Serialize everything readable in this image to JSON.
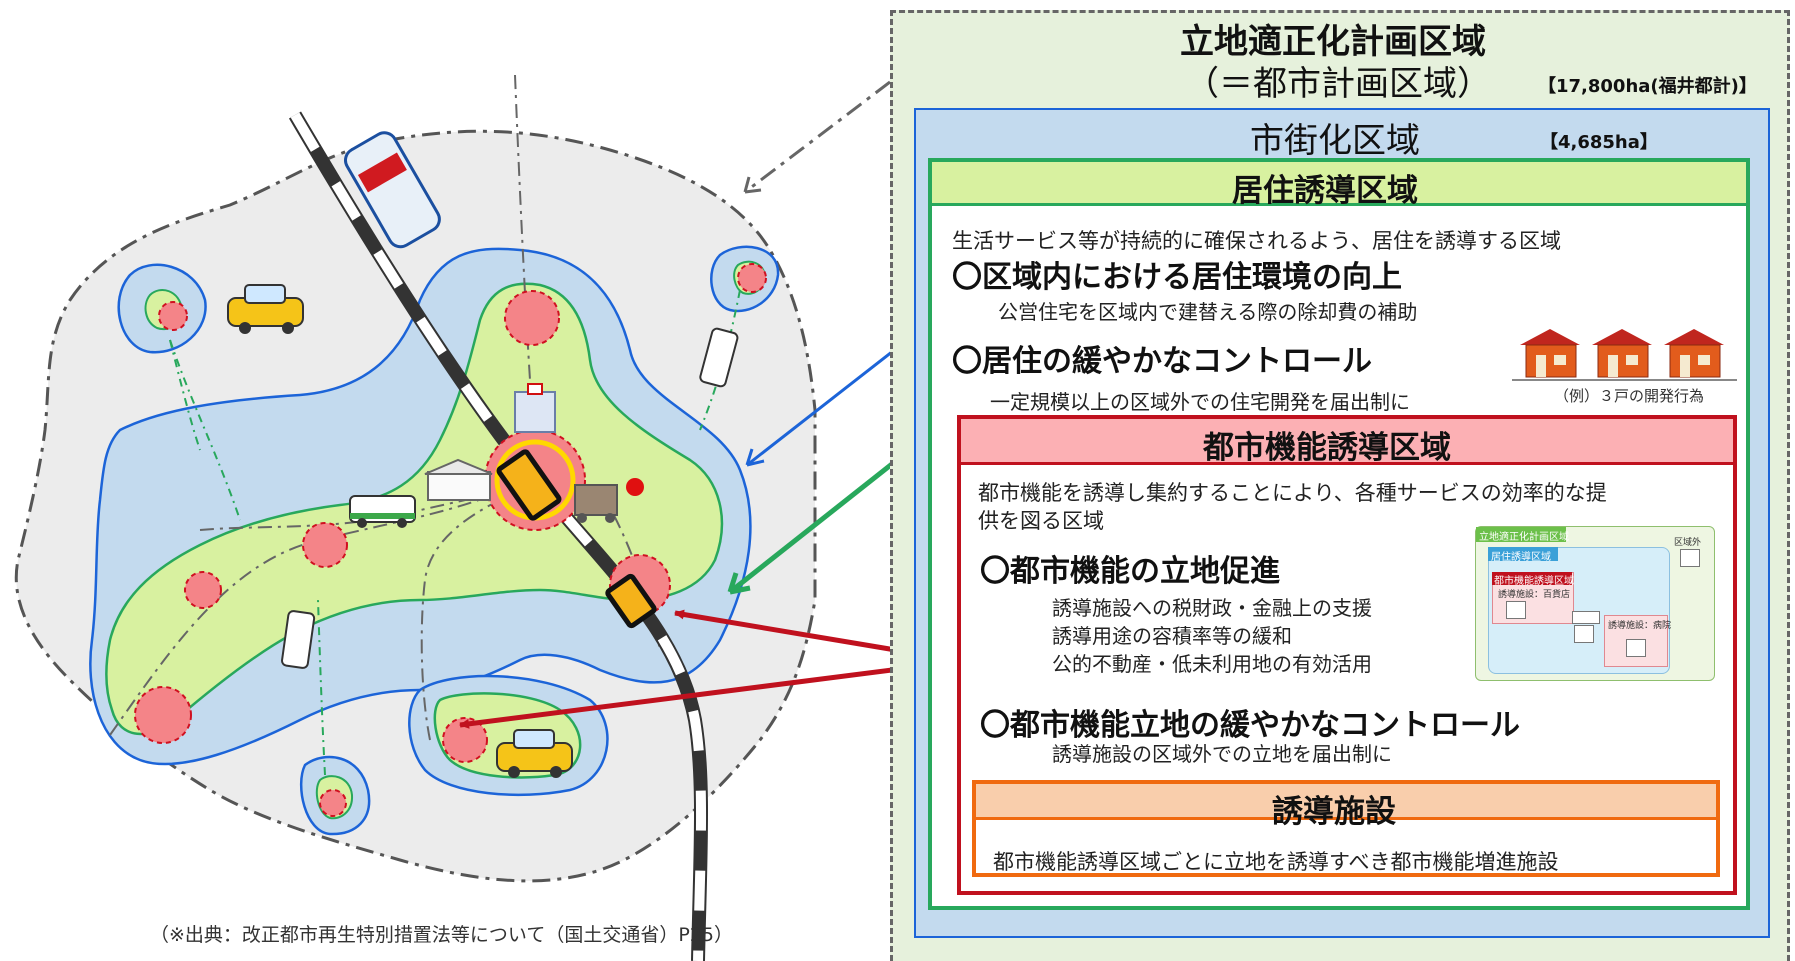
{
  "source_note": "（※出典：改正都市再生特別措置法等について（国土交通省）P25）",
  "plan_area": {
    "title": "立地適正化計画区域",
    "subtitle": "（＝都市計画区域）",
    "area": "【17,800ha(福井都計)】"
  },
  "urbanization_area": {
    "title": "市街化区域",
    "area": "【4,685ha】"
  },
  "residential_zone": {
    "title": "居住誘導区域",
    "description": "生活サービス等が持続的に確保されるよう、居住を誘導する区域",
    "measure1_title": "〇区域内における居住環境の向上",
    "measure1_detail": "公営住宅を区域内で建替える際の除却費の補助",
    "measure2_title": "〇居住の緩やかなコントロール",
    "measure2_detail": "一定規模以上の区域外での住宅開発を届出制に",
    "example_caption": "（例）３戸の開発行為"
  },
  "urban_function_zone": {
    "title": "都市機能誘導区域",
    "description_line1": "都市機能を誘導し集約することにより、各種サービスの効率的な提",
    "description_line2": "供を図る区域",
    "measure1_title": "〇都市機能の立地促進",
    "measure1_items": [
      "誘導施設への税財政・金融上の支援",
      "誘導用途の容積率等の緩和",
      "公的不動産・低未利用地の有効活用"
    ],
    "measure2_title": "〇都市機能立地の緩やかなコントロール",
    "measure2_detail": "誘導施設の区域外での立地を届出制に"
  },
  "inset": {
    "plan_label": "立地適正化計画区域",
    "residential_label": "居住誘導区域",
    "urban_label": "都市機能誘導区域",
    "facility_label": "誘導施設：百貨店",
    "outside_label": "区域外",
    "nursing_label": "誘導施設：病院"
  },
  "facilities": {
    "title": "誘導施設",
    "description": "都市機能誘導区域ごとに立地を誘導すべき都市機能増進施設"
  },
  "colors": {
    "plan_bg": "#e6f1dc",
    "urbanization_bg": "#c3daee",
    "residential_header": "#d8f1a0",
    "urban_header": "#fcb0b4",
    "facility_header": "#f9ceac",
    "urban_border": "#c0111e",
    "residential_border": "#28a85c",
    "facility_border": "#f06a10",
    "blue_border": "#1c64d8"
  }
}
